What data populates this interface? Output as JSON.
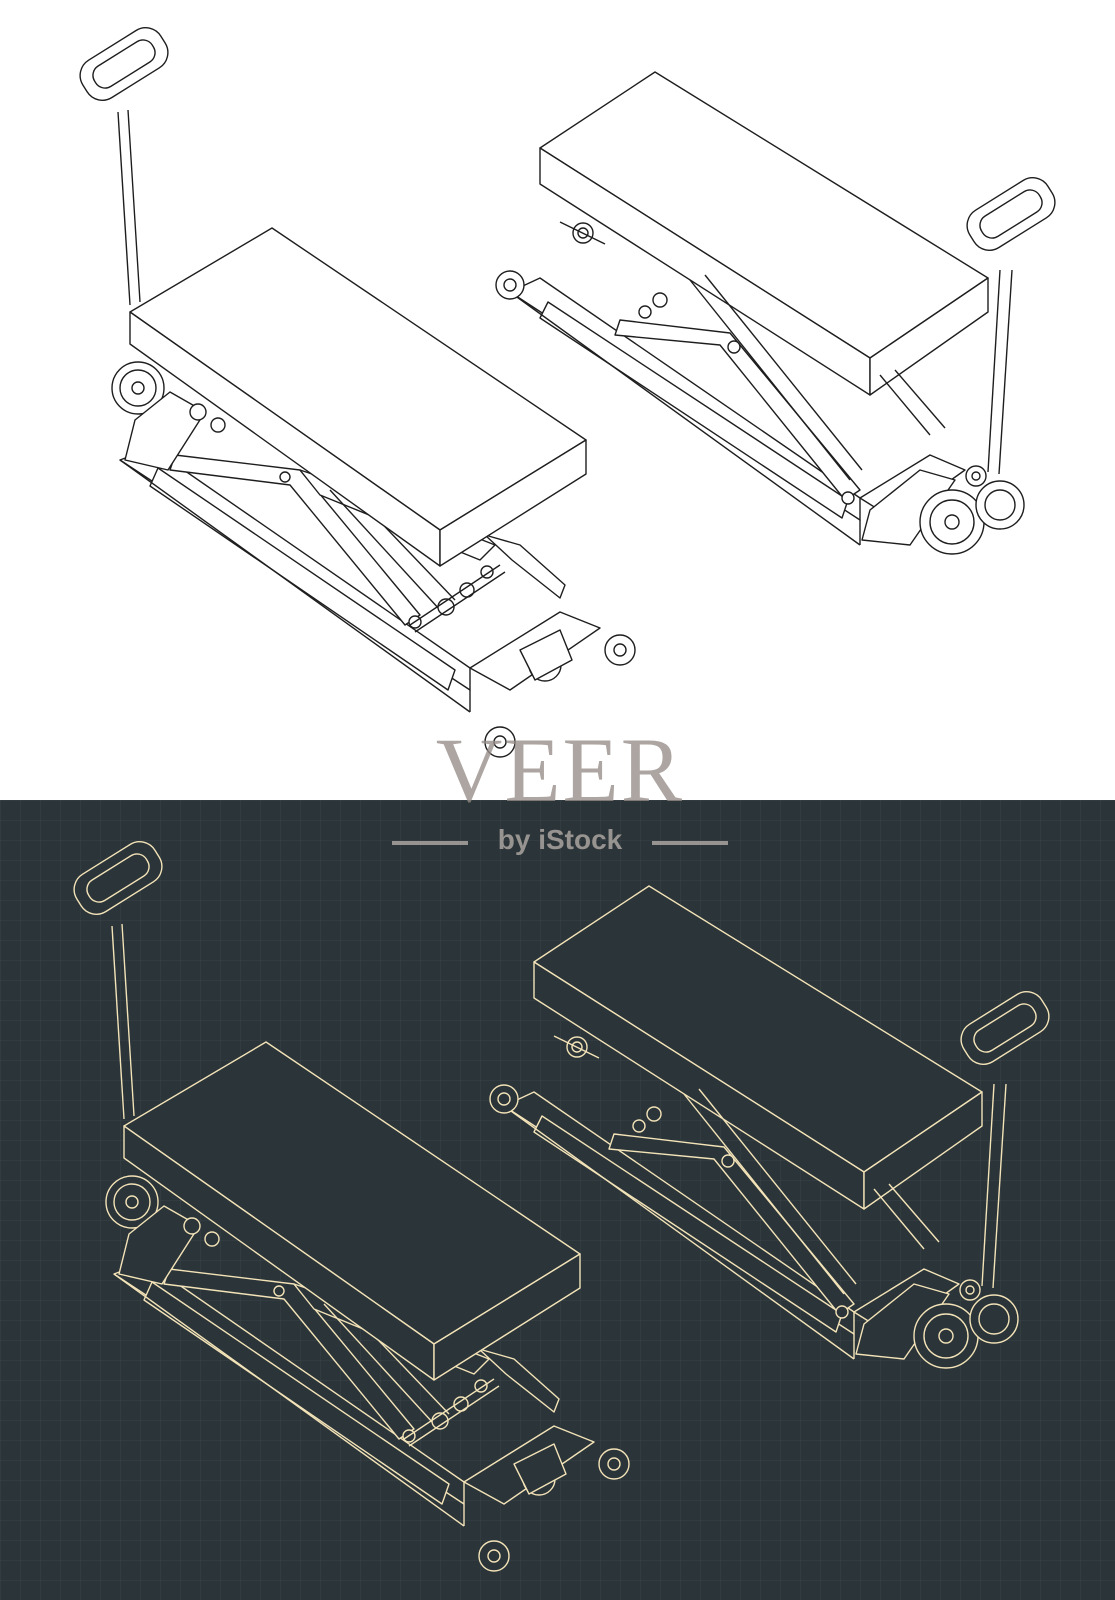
{
  "watermark": {
    "brand": "VEER",
    "tagline": "by iStock"
  },
  "illustration": {
    "subject": "scissor-lift-table-cart",
    "variants": [
      "light-blueprint",
      "dark-blueprint"
    ],
    "colors": {
      "light_background": "#ffffff",
      "light_stroke": "#1e1e1e",
      "dark_background": "#2b3438",
      "dark_stroke": "#f3e3b8",
      "dark_grid": "#3a4448",
      "watermark": "#968c87"
    }
  }
}
